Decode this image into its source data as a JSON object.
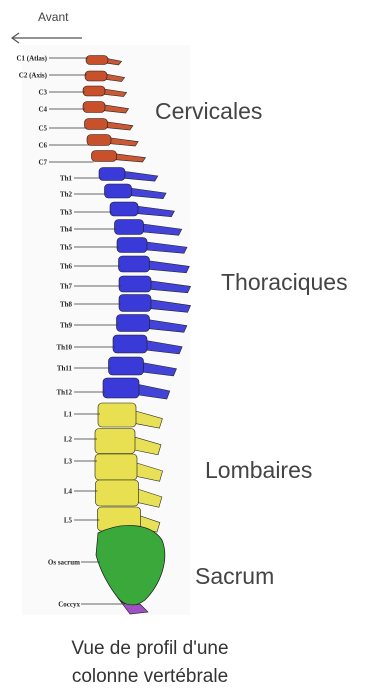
{
  "direction": {
    "label": "Avant"
  },
  "regions": {
    "cervical": "Cervicales",
    "thoracic": "Thoraciques",
    "lumbar": "Lombaires",
    "sacrum": "Sacrum"
  },
  "vertebrae": {
    "cervical": [
      "C1 (Atlas)",
      "C2 (Axis)",
      "C3",
      "C4",
      "C5",
      "C6",
      "C7"
    ],
    "thoracic": [
      "Th1",
      "Th2",
      "Th3",
      "Th4",
      "Th5",
      "Th6",
      "Th7",
      "Th8",
      "Th9",
      "Th10",
      "Th11",
      "Th12"
    ],
    "lumbar": [
      "L1",
      "L2",
      "L3",
      "L4",
      "L5"
    ],
    "sacral": [
      "Os sacrum",
      "Coccyx"
    ]
  },
  "colors": {
    "cervical": "#c8502a",
    "thoracic": "#3a3ad8",
    "lumbar": "#e8e050",
    "sacrum": "#3aa83a",
    "coccyx": "#a050c0"
  },
  "caption": {
    "line1": "Vue de profil d'une",
    "line2": "colonne vertébrale"
  }
}
